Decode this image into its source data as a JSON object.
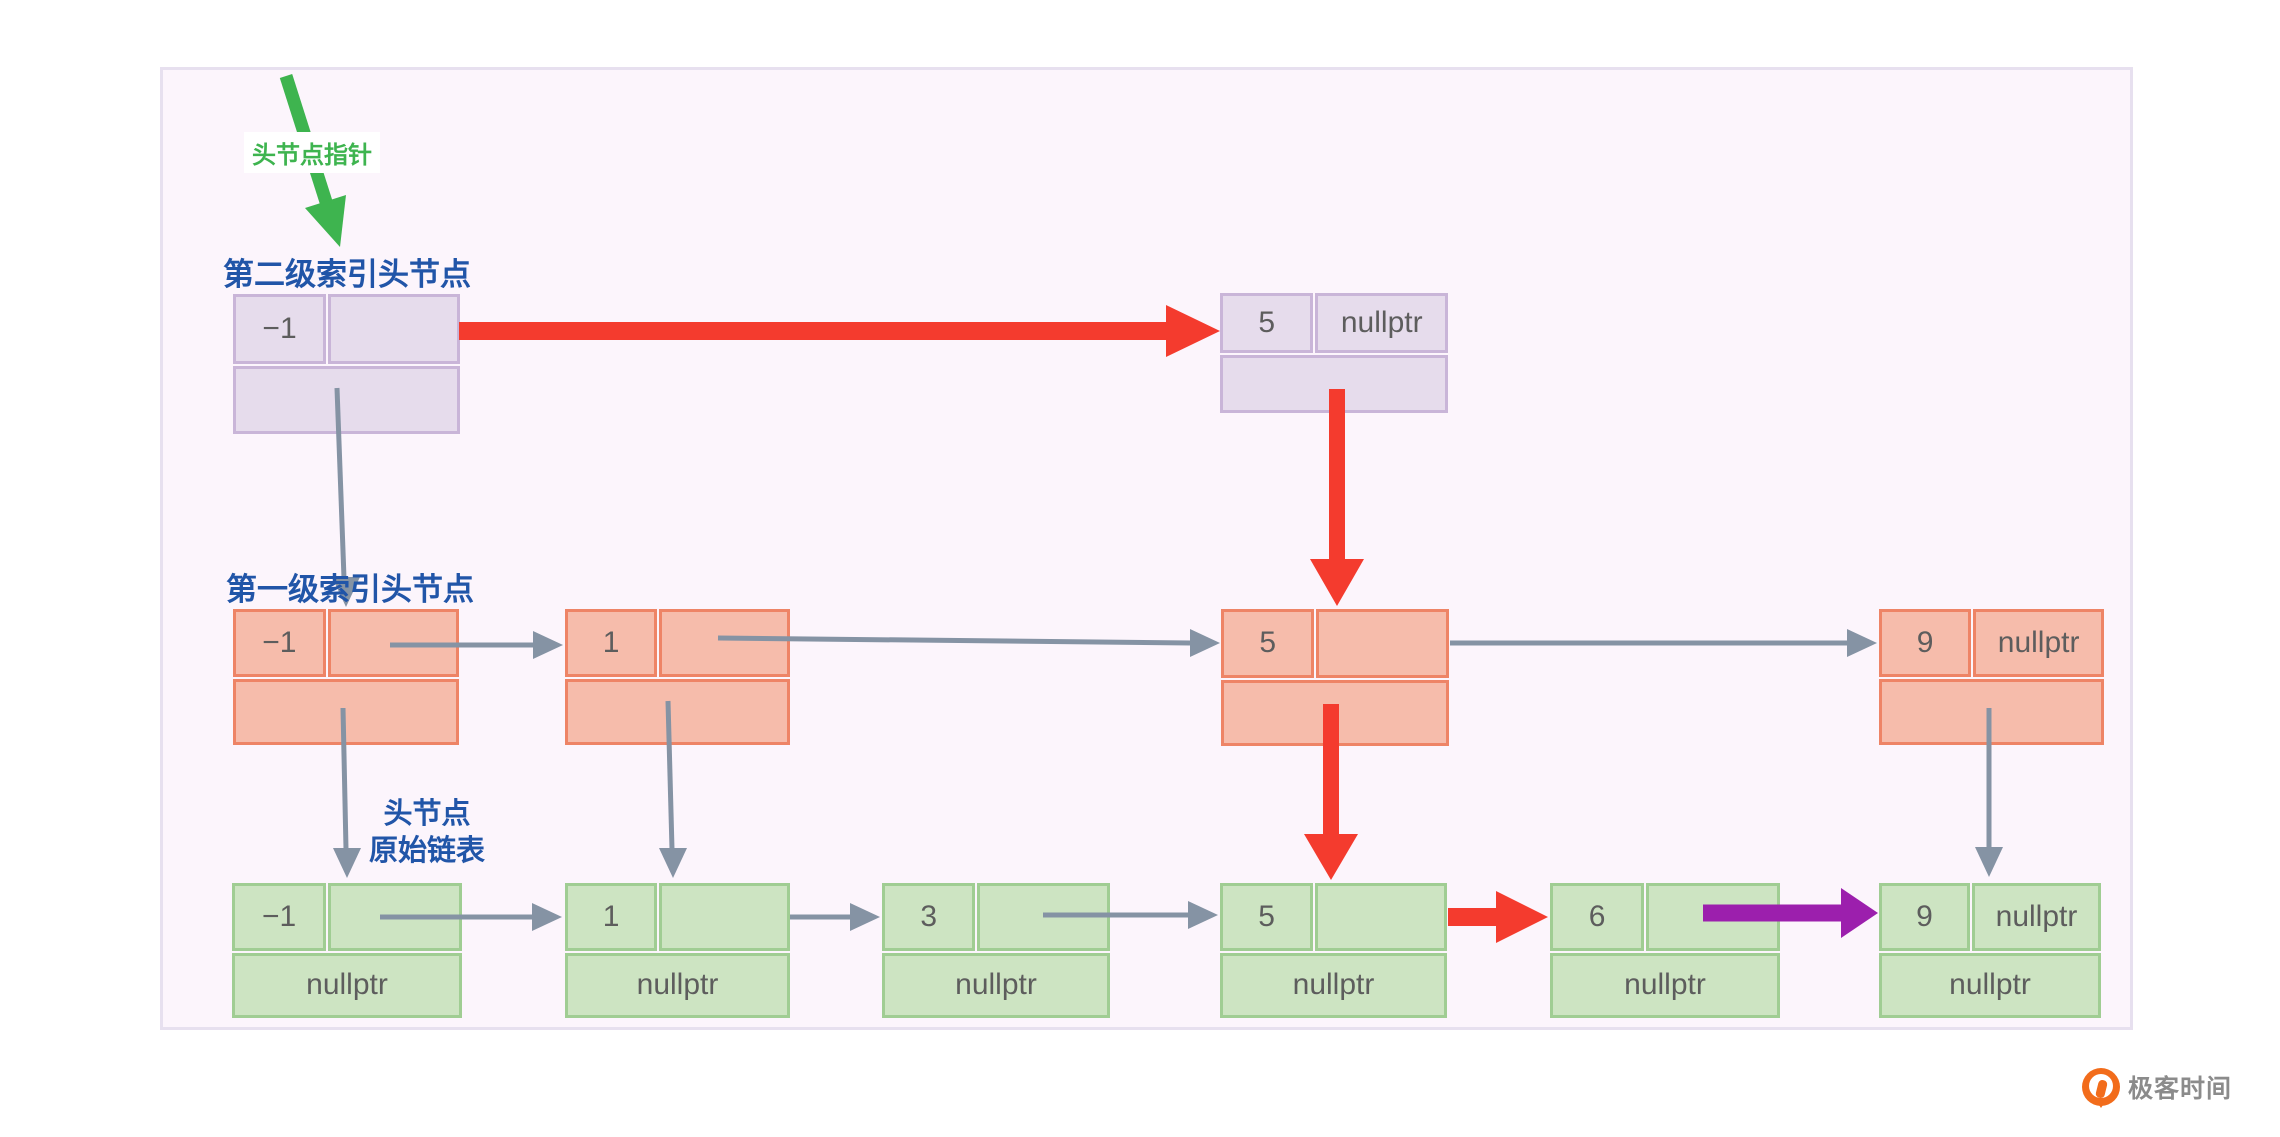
{
  "diagram": {
    "labels": {
      "head_pointer": "头节点指针",
      "level2_head": "第二级索引头节点",
      "level1_head": "第一级索引头节点",
      "list_head_line1": "头节点",
      "list_head_line2": "原始链表"
    },
    "nodes": {
      "p_neg1": {
        "value": "−1",
        "ptr": "",
        "next": ""
      },
      "p5": {
        "value": "5",
        "ptr": "nullptr",
        "next": ""
      },
      "o_neg1": {
        "value": "−1",
        "ptr": "",
        "next": ""
      },
      "o1": {
        "value": "1",
        "ptr": "",
        "next": ""
      },
      "o5": {
        "value": "5",
        "ptr": "",
        "next": ""
      },
      "o9": {
        "value": "9",
        "ptr": "nullptr",
        "next": ""
      },
      "g_neg1": {
        "value": "−1",
        "ptr": "",
        "next": "nullptr"
      },
      "g1": {
        "value": "1",
        "ptr": "",
        "next": "nullptr"
      },
      "g3": {
        "value": "3",
        "ptr": "",
        "next": "nullptr"
      },
      "g5": {
        "value": "5",
        "ptr": "",
        "next": "nullptr"
      },
      "g6": {
        "value": "6",
        "ptr": "",
        "next": "nullptr"
      },
      "g9": {
        "value": "9",
        "ptr": "nullptr",
        "next": "nullptr"
      }
    },
    "colors": {
      "panel_bg": "#fcf5fc",
      "panel_border": "#e7e0ef",
      "node_purple_fill": "#e6dcec",
      "node_purple_border": "#c9b5d8",
      "node_orange_fill": "#f6bcab",
      "node_orange_border": "#ee8466",
      "node_green_fill": "#cde4c2",
      "node_green_border": "#a0cd93",
      "node_text": "#5d5d5d",
      "arrow_gray": "#8593a4",
      "arrow_red": "#f43b2e",
      "arrow_purple": "#9c1fad",
      "arrow_green": "#3eb44f",
      "label_blue": "#2155a8",
      "label_green": "#3eb44f",
      "logo_orange": "#f26c1b",
      "logo_text_gray": "#8b8b8b"
    },
    "logo": {
      "text": "极客时间"
    }
  }
}
